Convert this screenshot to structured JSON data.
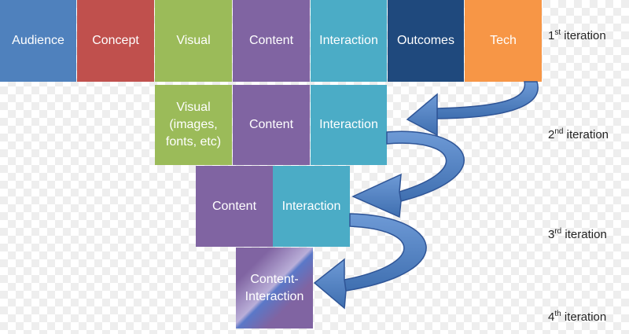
{
  "colors": {
    "audience": "#4f81bd",
    "concept": "#c0504d",
    "visual": "#9bbb59",
    "content": "#8064a2",
    "interaction": "#4bacc6",
    "outcomes": "#1f497d",
    "tech": "#f79646",
    "arrow": "#4f81bd"
  },
  "row1": {
    "audience": "Audience",
    "concept": "Concept",
    "visual": "Visual",
    "content": "Content",
    "interaction": "Interaction",
    "outcomes": "Outcomes",
    "tech": "Tech"
  },
  "row2": {
    "visual_line1": "Visual",
    "visual_line2": "(images,",
    "visual_line3": "fonts, etc)",
    "content": "Content",
    "interaction": "Interaction"
  },
  "row3": {
    "content": "Content",
    "interaction": "Interaction"
  },
  "row4": {
    "line1": "Content-",
    "line2": "Interaction"
  },
  "iterations": [
    {
      "num": "1",
      "suffix": "st",
      "label": "iteration"
    },
    {
      "num": "2",
      "suffix": "nd",
      "label": "iteration"
    },
    {
      "num": "3",
      "suffix": "rd",
      "label": "iteration"
    },
    {
      "num": "4",
      "suffix": "th",
      "label": "iteration"
    }
  ]
}
